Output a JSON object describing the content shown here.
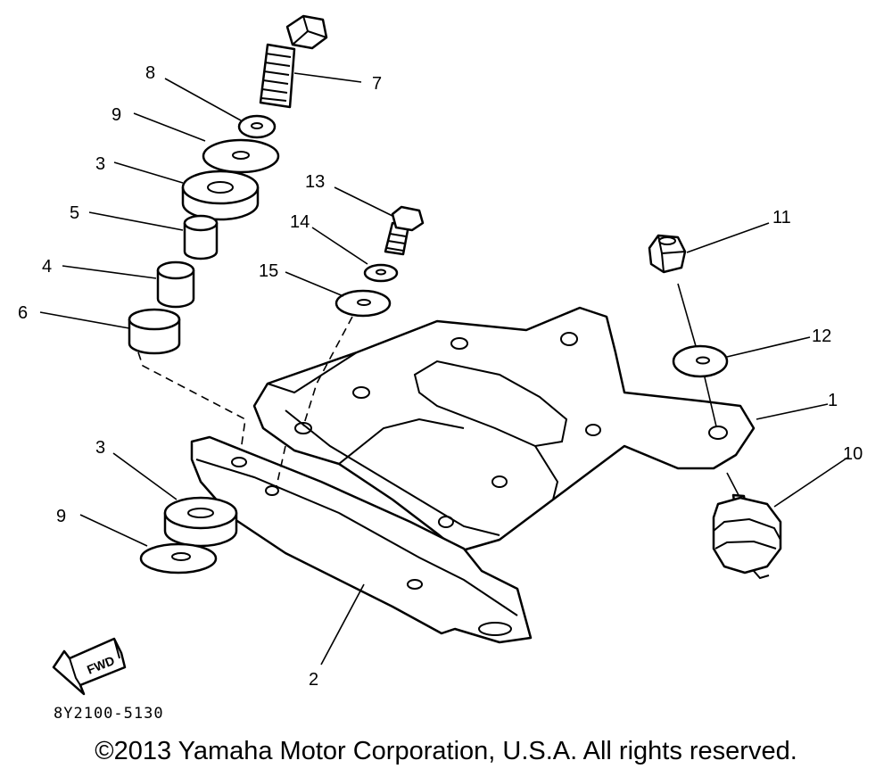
{
  "diagram": {
    "callouts": [
      "1",
      "2",
      "3",
      "3",
      "4",
      "5",
      "6",
      "7",
      "8",
      "9",
      "9",
      "10",
      "11",
      "12",
      "13",
      "14",
      "15"
    ],
    "fwd_label": "FWD"
  },
  "drawing_code": "8Y2100-5130",
  "copyright": "©2013 Yamaha Motor Corporation, U.S.A. All rights reserved."
}
